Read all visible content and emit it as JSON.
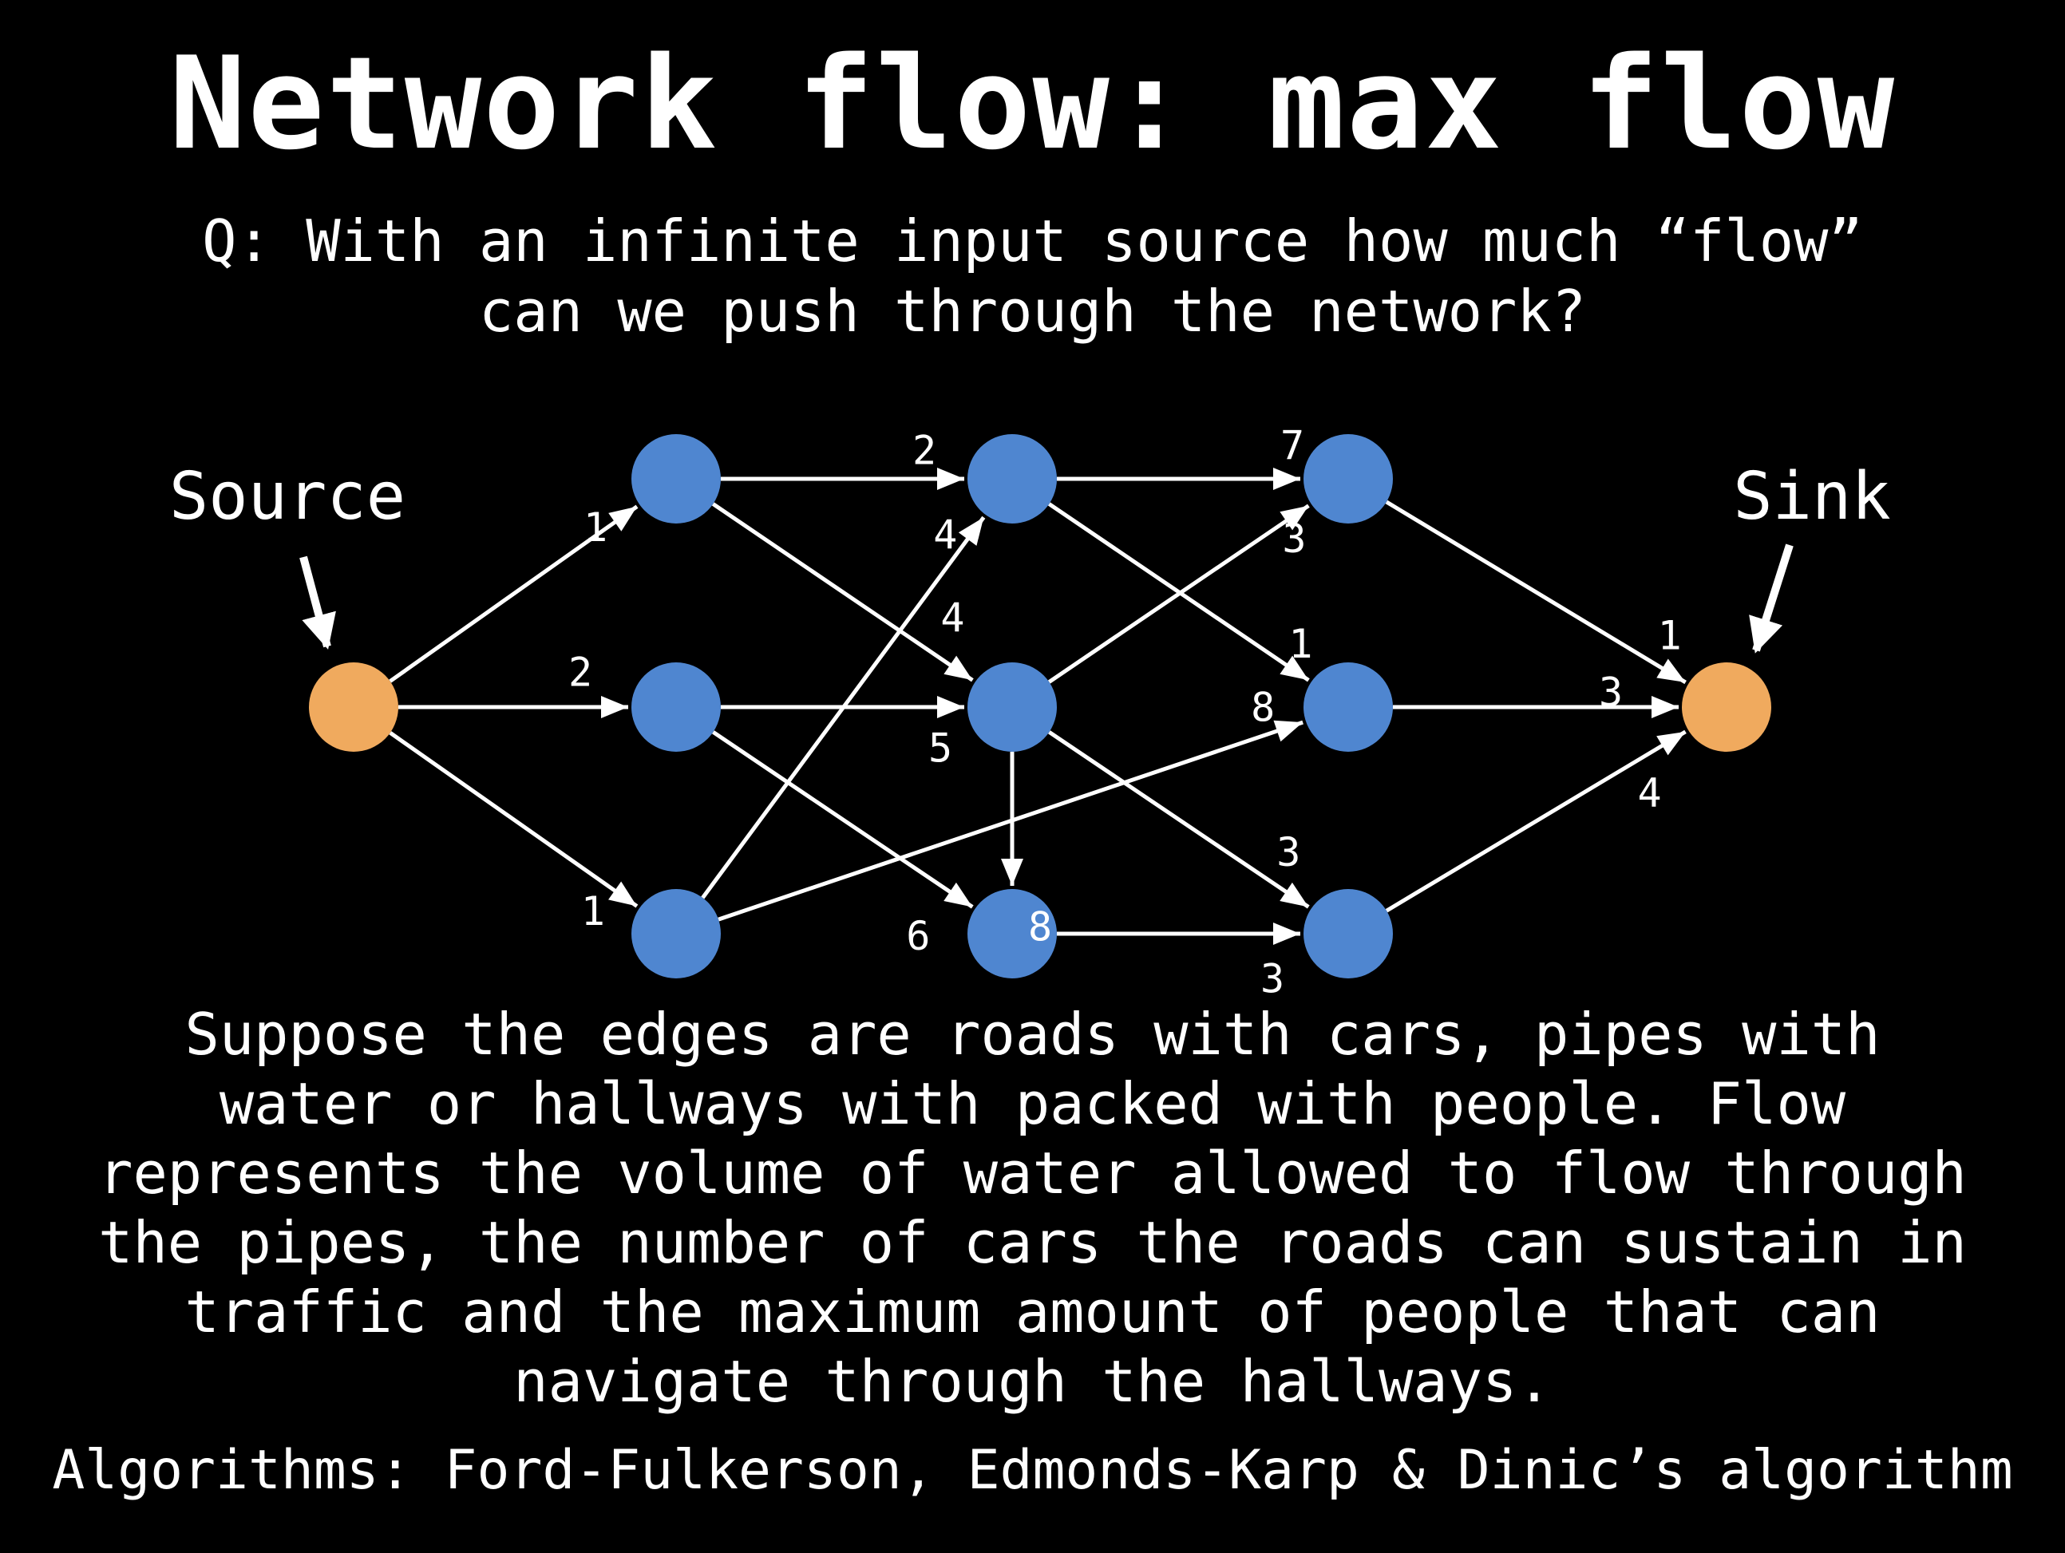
{
  "title": "Network flow: max flow",
  "question": {
    "line1": "Q: With an infinite input source how much “flow”",
    "line2": "can we push through the network?"
  },
  "diagram": {
    "source_label": "Source",
    "sink_label": "Sink",
    "colors": {
      "endpoint": "#F0AA5E",
      "internal": "#4F86D0",
      "edge": "#FFFFFF"
    },
    "edge_capacities": {
      "s_a": "1",
      "s_b": "2",
      "s_c": "1",
      "a_d": "2",
      "a_e": "4",
      "b_e": "5",
      "b_f": "6",
      "c_d": "4",
      "c_h": "8",
      "d_g": "7",
      "d_h": "1",
      "e_g": "3",
      "e_f": "8",
      "e_i": "3",
      "f_i": "3",
      "g_t": "1",
      "h_t": "3",
      "i_t": "4"
    }
  },
  "paragraph": [
    "Suppose the edges are roads with cars, pipes with",
    "water or hallways with packed with people. Flow",
    "represents the volume of water allowed to flow through",
    "the pipes, the number of cars the roads can sustain in",
    "traffic and the maximum amount of people that can",
    "navigate through the hallways."
  ],
  "algorithms": "Algorithms: Ford-Fulkerson, Edmonds-Karp & Dinic’s algorithm"
}
